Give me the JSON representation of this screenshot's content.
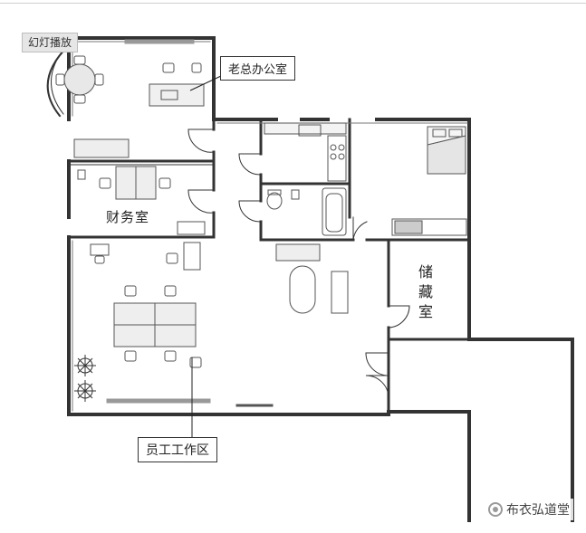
{
  "slideshow_label": "幻灯播放",
  "labels": {
    "boss_office": "老总办公室",
    "finance_room": "财务室",
    "storage_room": [
      "储",
      "藏",
      "室"
    ],
    "staff_area": "员工工作区"
  },
  "watermark": "布衣弘道堂",
  "colors": {
    "wall": "#333333",
    "furniture": "#555555",
    "fill": "#dddddd"
  }
}
